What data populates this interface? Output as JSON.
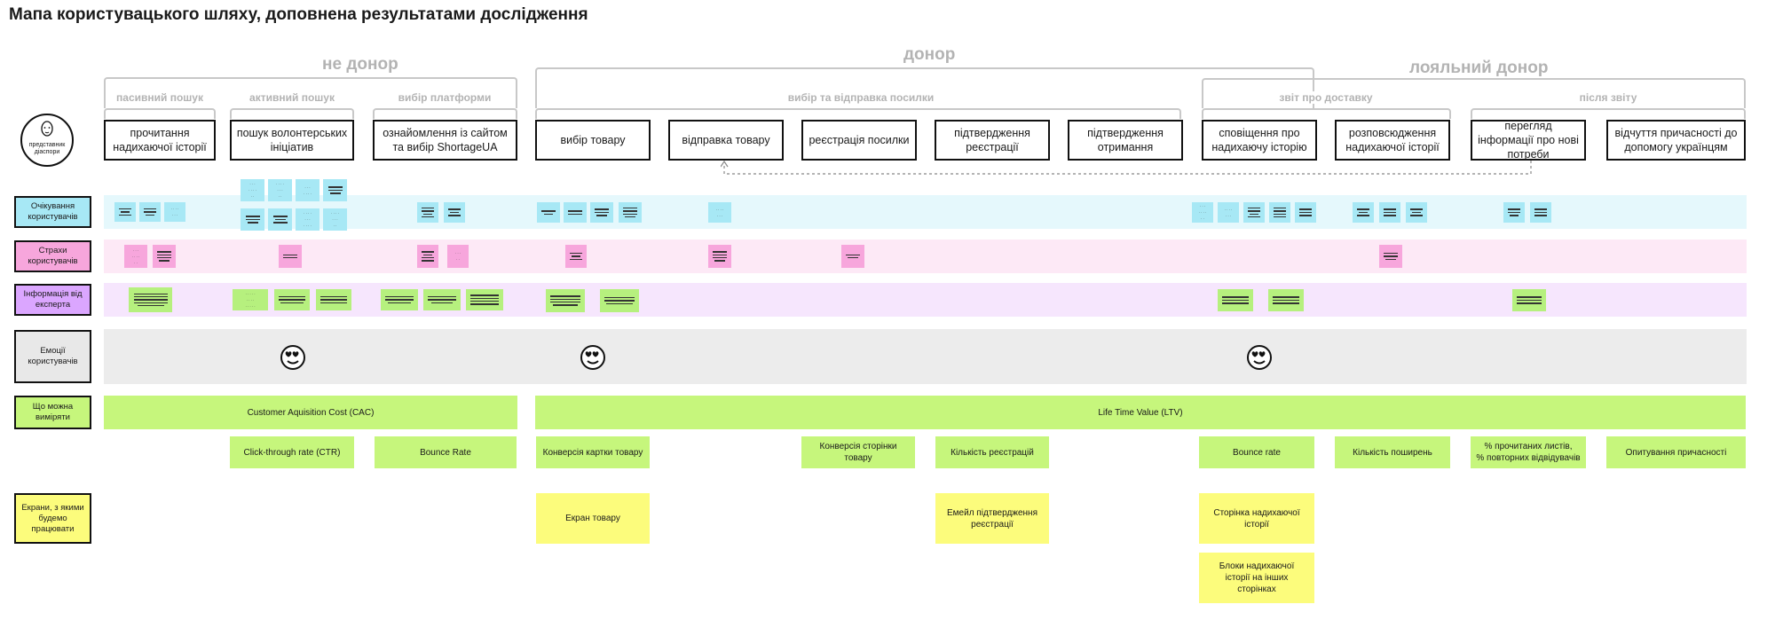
{
  "title": "Мапа користувацького шляху, доповнена результатами дослідження",
  "phases": [
    "не донор",
    "донор",
    "лояльний донор"
  ],
  "subphases": [
    "пасивний пошук",
    "активний пошук",
    "вибір платформи",
    "вибір та відправка посилки",
    "звіт про доставку",
    "після звіту"
  ],
  "persona": {
    "label": "представник діаспори"
  },
  "stages": [
    "прочитання надихаючої історії",
    "пошук волонтерських ініціатив",
    "ознайомлення із сайтом та вибір ShortageUA",
    "вибір товару",
    "відправка товару",
    "реєстрація посилки",
    "підтвердження реєстрації",
    "підтвердження отримання",
    "сповіщення про надихаючу історію",
    "розповсюдження надихаючої історії",
    "перегляд інформації про нові потреби",
    "відчуття причасності до допомогу українцям"
  ],
  "rows": {
    "expectations": "Очікування користувачів",
    "fears": "Страхи користувачів",
    "expert": "Інформація від експерта",
    "emotions": "Емоції користувачів",
    "measure": "Що можна виміряти",
    "screens": "Екрани, з якими будемо працювати"
  },
  "metrics": {
    "cac": "Customer Aquisition Cost (CAC)",
    "ltv": "Life Time Value (LTV)",
    "ctr": "Click-through rate (CTR)",
    "bounce1": "Bounce Rate",
    "conv_card": "Конверсія картки товару",
    "conv_page": "Конверсія сторінки товару",
    "registrations": "Кількість реєстрацій",
    "bounce2": "Bounce rate",
    "shares": "Кількість поширень",
    "opened": "% прочитаних листів,\n% повторних відвідувачів",
    "survey": "Опитування причасності"
  },
  "screens": {
    "product": "Екран товару",
    "email": "Емейл підтвердження реєстрації",
    "story_page": "Сторінка надихаючої історії",
    "story_blocks": "Блоки надихаючої історії на інших сторінках"
  },
  "colors": {
    "expectations": "#a7e8f5",
    "fears": "#f7a6dc",
    "expert": "#dba6ff",
    "emotions": "#e8e8e8",
    "measure": "#c6f67c",
    "screens": "#fcfc7c"
  }
}
